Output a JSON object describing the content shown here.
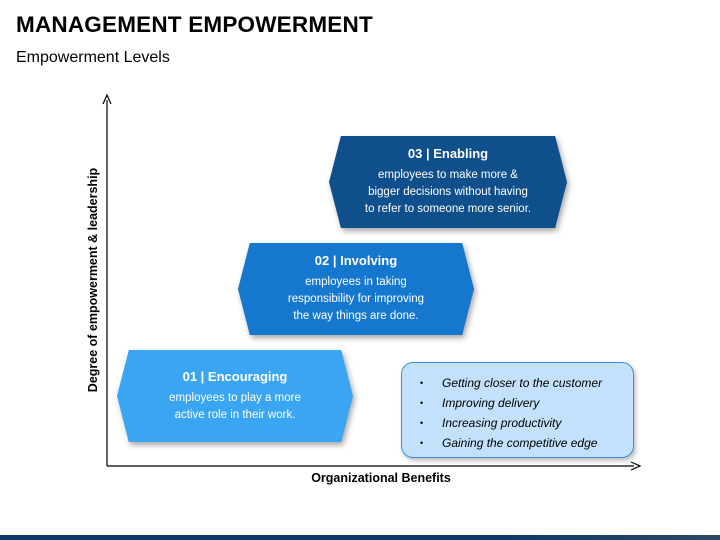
{
  "header": {
    "title": "MANAGEMENT EMPOWERMENT",
    "subtitle": "Empowerment Levels"
  },
  "axes": {
    "y_label": "Degree of empowerment & leadership",
    "x_label": "Organizational Benefits"
  },
  "levels": [
    {
      "title": "01 | Encouraging",
      "lines": [
        "employees to play a more",
        "active role in their work."
      ],
      "color": "#3aa6f2"
    },
    {
      "title": "02 | Involving",
      "lines": [
        "employees in taking",
        "responsibility for improving",
        "the way things are done."
      ],
      "color": "#1677cf"
    },
    {
      "title": "03 | Enabling",
      "lines": [
        "employees to make more &",
        "bigger decisions without having",
        "to refer to someone more senior."
      ],
      "color": "#0f4f8c"
    }
  ],
  "benefits": {
    "items": [
      "Getting closer to the customer",
      "Improving delivery",
      "Increasing productivity",
      "Gaining the competitive edge"
    ],
    "bullet": "•",
    "fill_color": "#c4e1fb",
    "border_color": "#3b8ed8"
  }
}
